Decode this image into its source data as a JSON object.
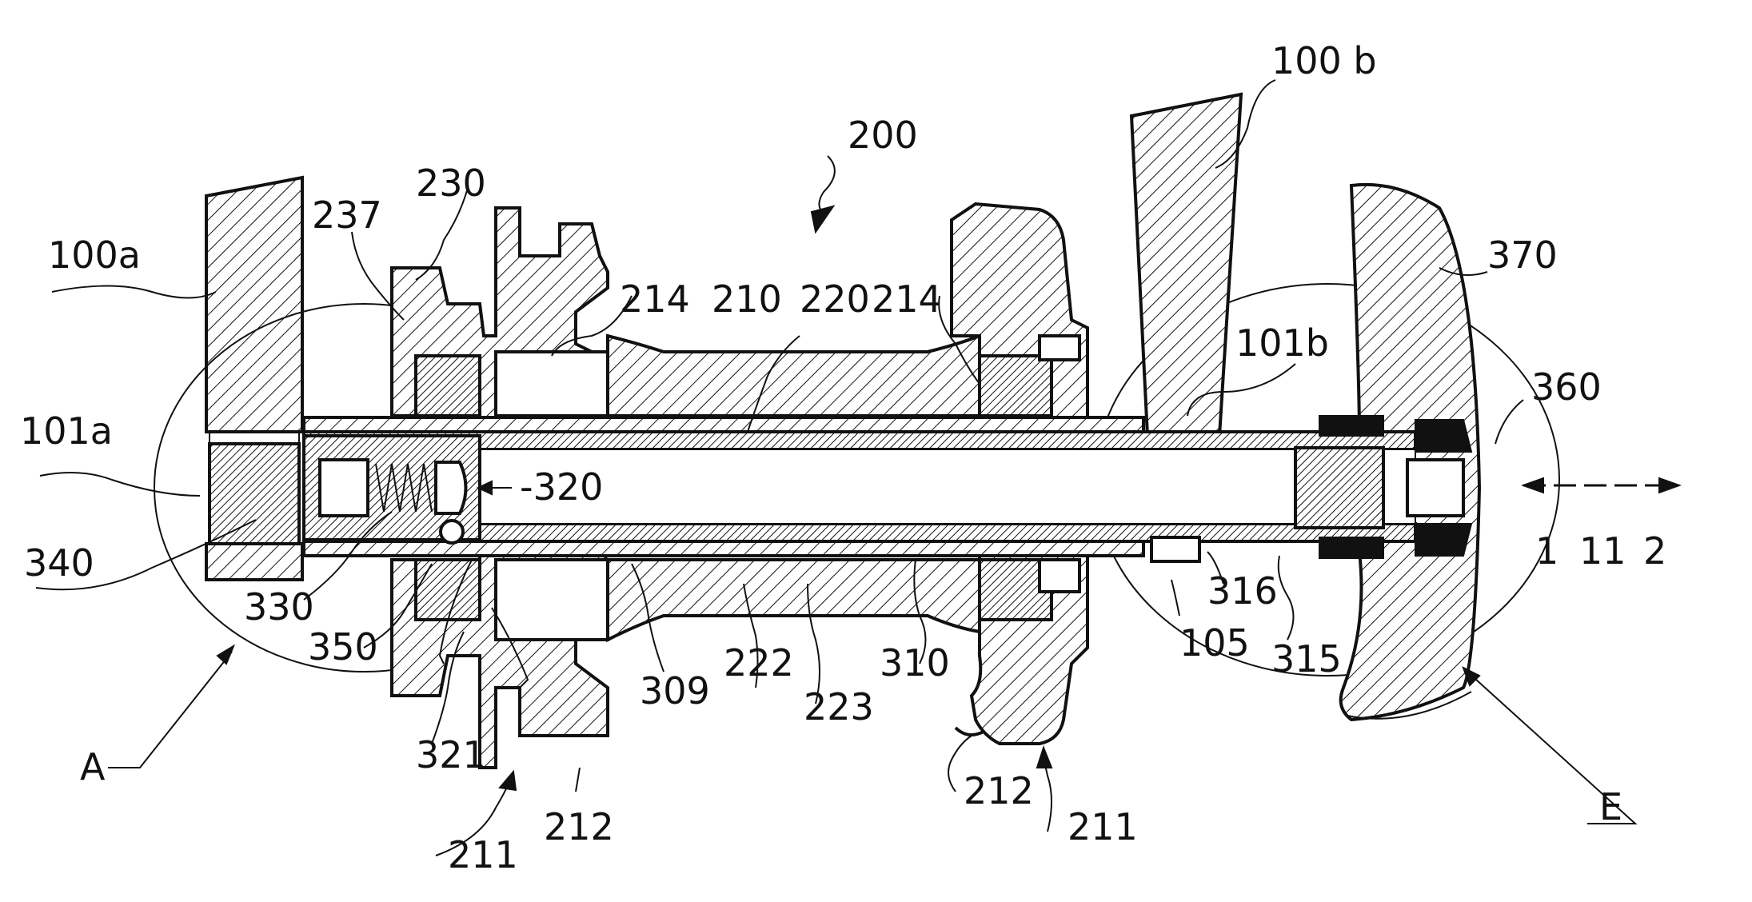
{
  "labels": {
    "l200": "200",
    "l100b": "100 b",
    "l100a": "100a",
    "l230": "230",
    "l237": "237",
    "l214a": "214",
    "l210": "210",
    "l220": "220",
    "l214b": "214",
    "l370": "370",
    "l101b": "101b",
    "l360": "360",
    "l101a": "101a",
    "l320": "-320",
    "l340": "340",
    "l330": "330",
    "l350": "350",
    "l309": "309",
    "l222": "222",
    "l223": "223",
    "l310": "310",
    "l316": "316",
    "l105": "105",
    "l315": "315",
    "l1": "1",
    "l11": "11",
    "l2": "2",
    "lA": "A",
    "l321": "321",
    "l212a": "212",
    "l211a": "211",
    "l212b": "212",
    "l211b": "211",
    "lE": "E"
  }
}
